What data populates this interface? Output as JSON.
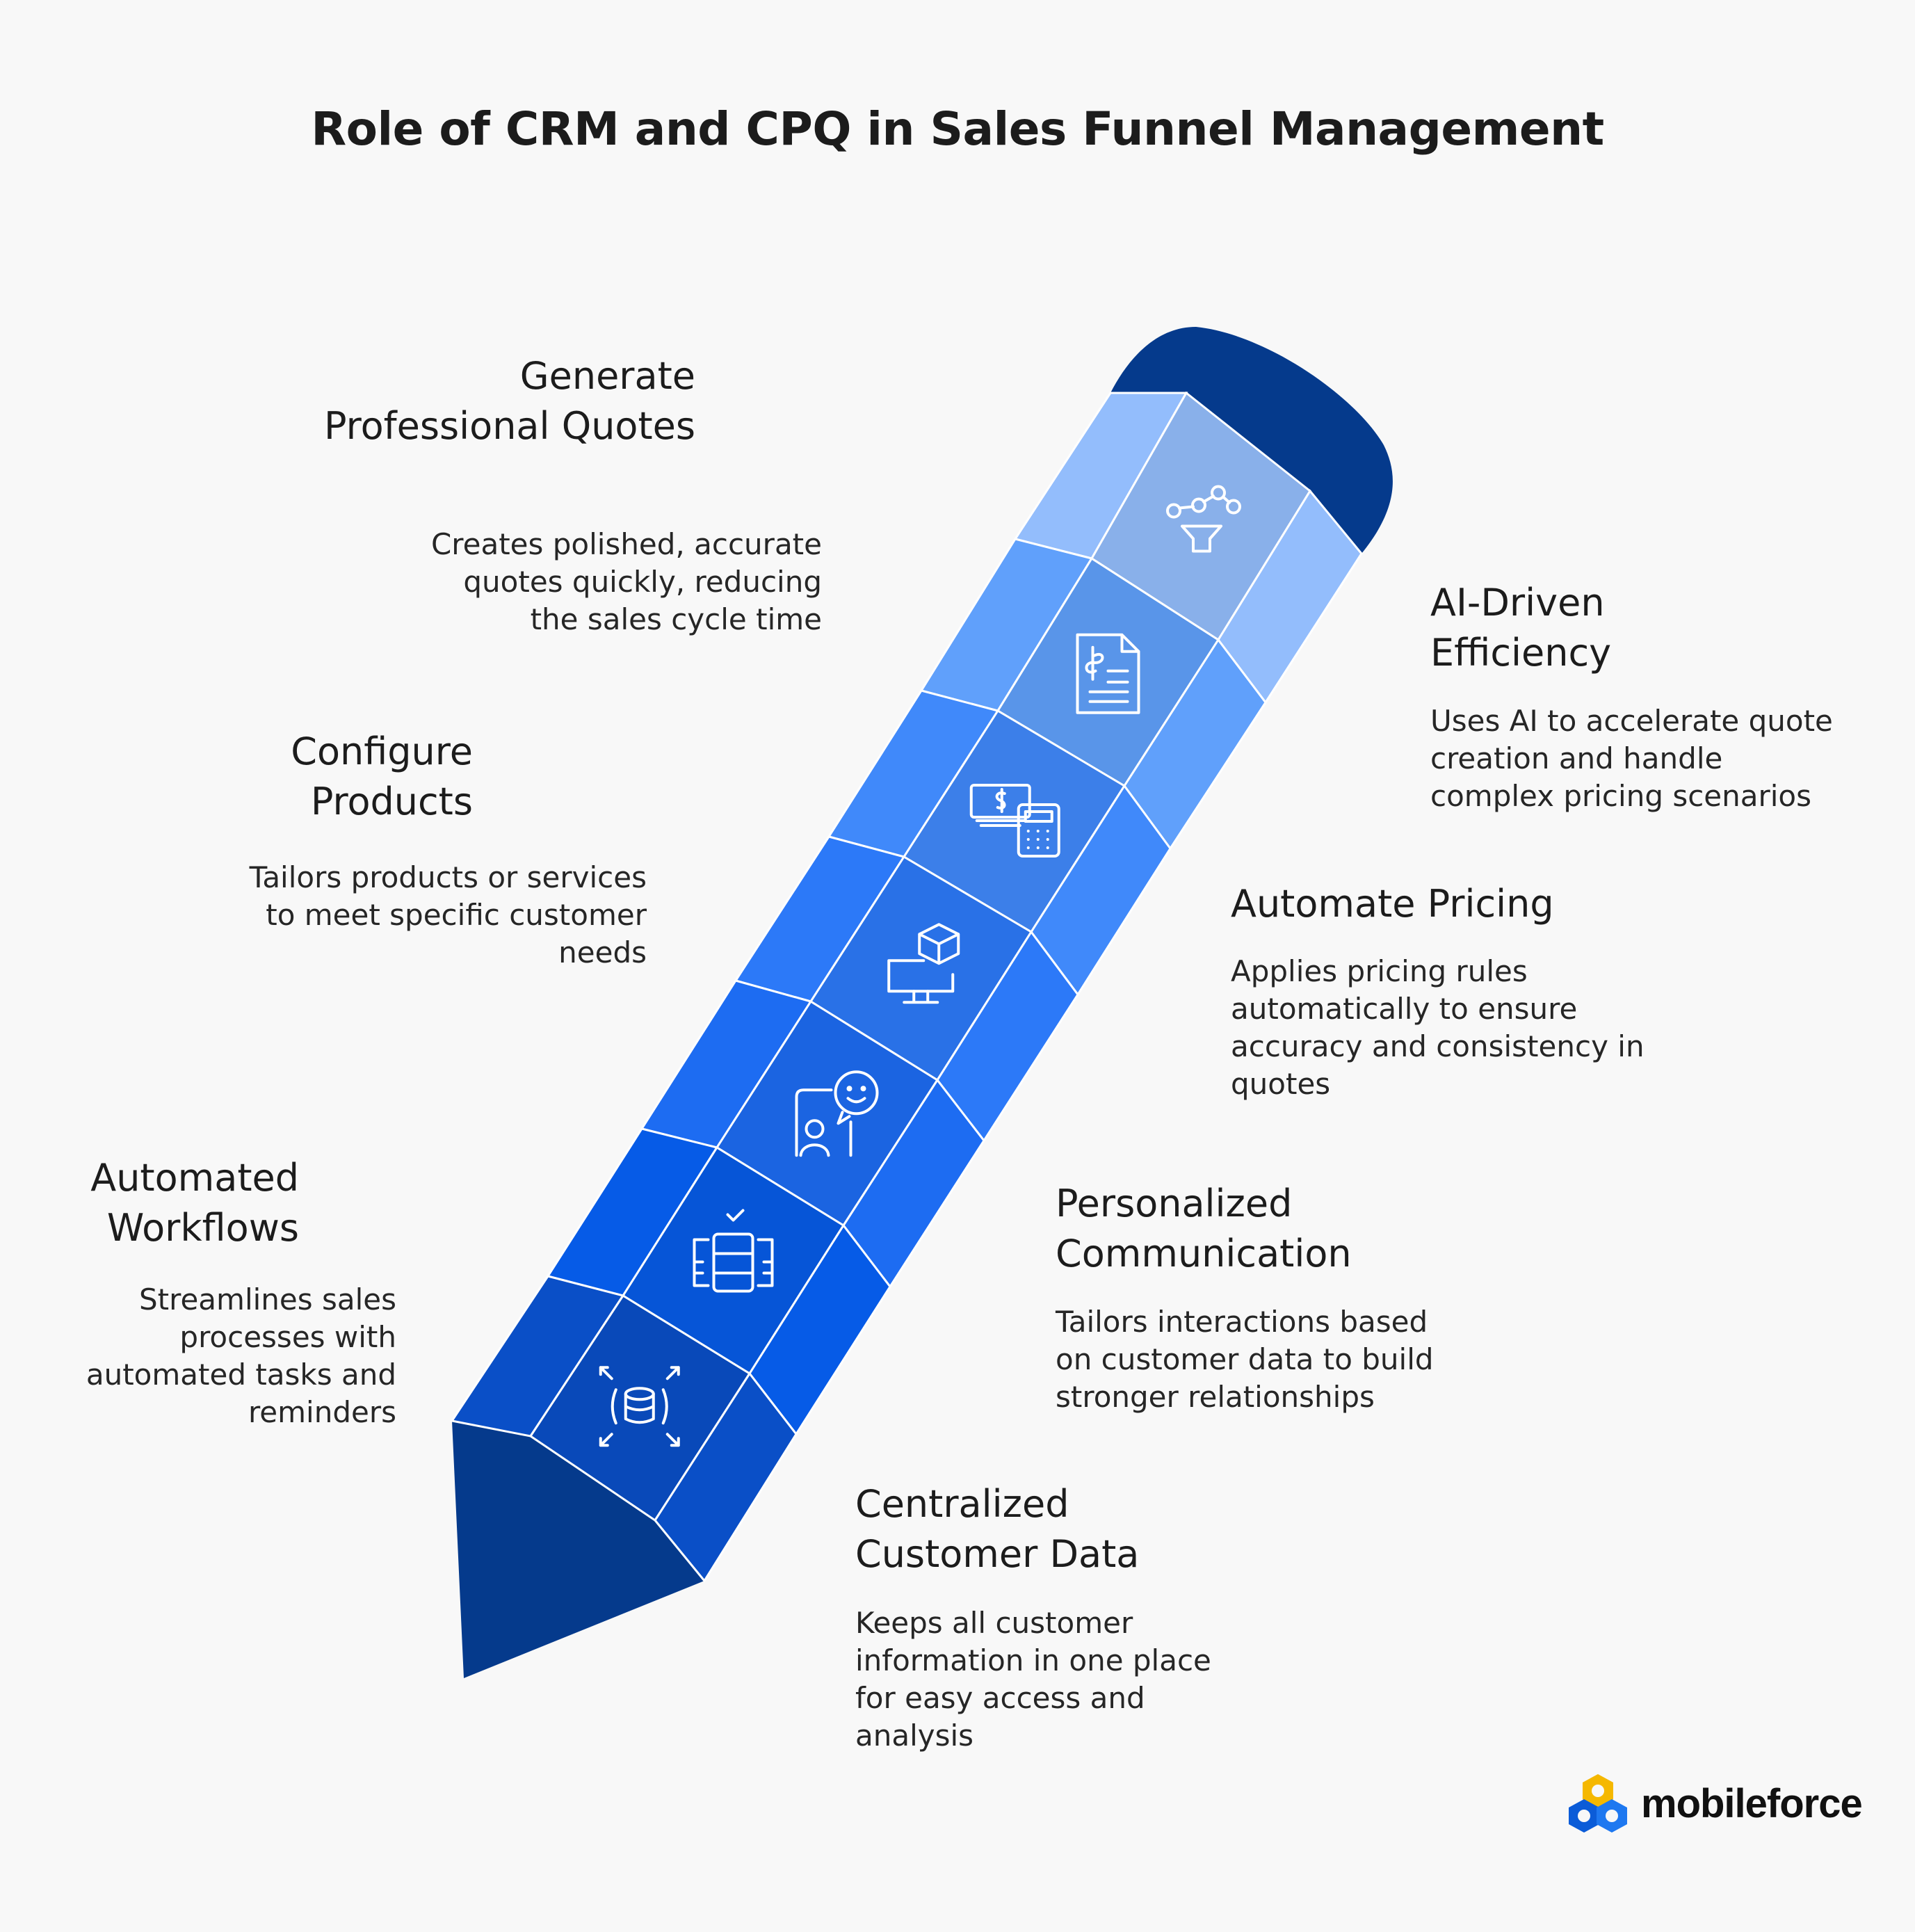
{
  "title": "Role of CRM and CPQ in Sales Funnel Management",
  "steps": [
    {
      "heading": "Generate Professional Quotes",
      "description": "Creates polished, accurate quotes quickly, reducing the sales cycle time",
      "icon": "funnel-network-icon",
      "color": "#93bdfc"
    },
    {
      "heading": "AI-Driven Efficiency",
      "description": "Uses AI to accelerate quote creation and handle complex pricing scenarios",
      "icon": "price-document-icon",
      "color": "#60a0fb"
    },
    {
      "heading": "Configure Products",
      "description": "Tailors products or services to meet specific customer needs",
      "icon": "cash-calculator-icon",
      "color": "#4089fa"
    },
    {
      "heading": "Automate Pricing",
      "description": "Applies pricing rules automatically to ensure accuracy and consistency in quotes",
      "icon": "monitor-box-icon",
      "color": "#2c79f8"
    },
    {
      "heading": "Personalized Communication",
      "description": "Tailors interactions based on customer data to build stronger relationships",
      "icon": "mobile-chat-icon",
      "color": "#1d6cf2"
    },
    {
      "heading": "Automated Workflows",
      "description": "Streamlines sales processes with automated tasks and reminders",
      "icon": "workflow-server-icon",
      "color": "#065be7"
    },
    {
      "heading": "Centralized Customer Data",
      "description": "Keeps all customer information in one place for easy access and analysis",
      "icon": "database-expand-icon",
      "color": "#0a4fc7"
    }
  ],
  "pencil": {
    "eraser_color": "#053a8c",
    "tip_color": "#053a8c",
    "line_color": "#ffffff"
  },
  "logo": {
    "text": "mobileforce"
  }
}
